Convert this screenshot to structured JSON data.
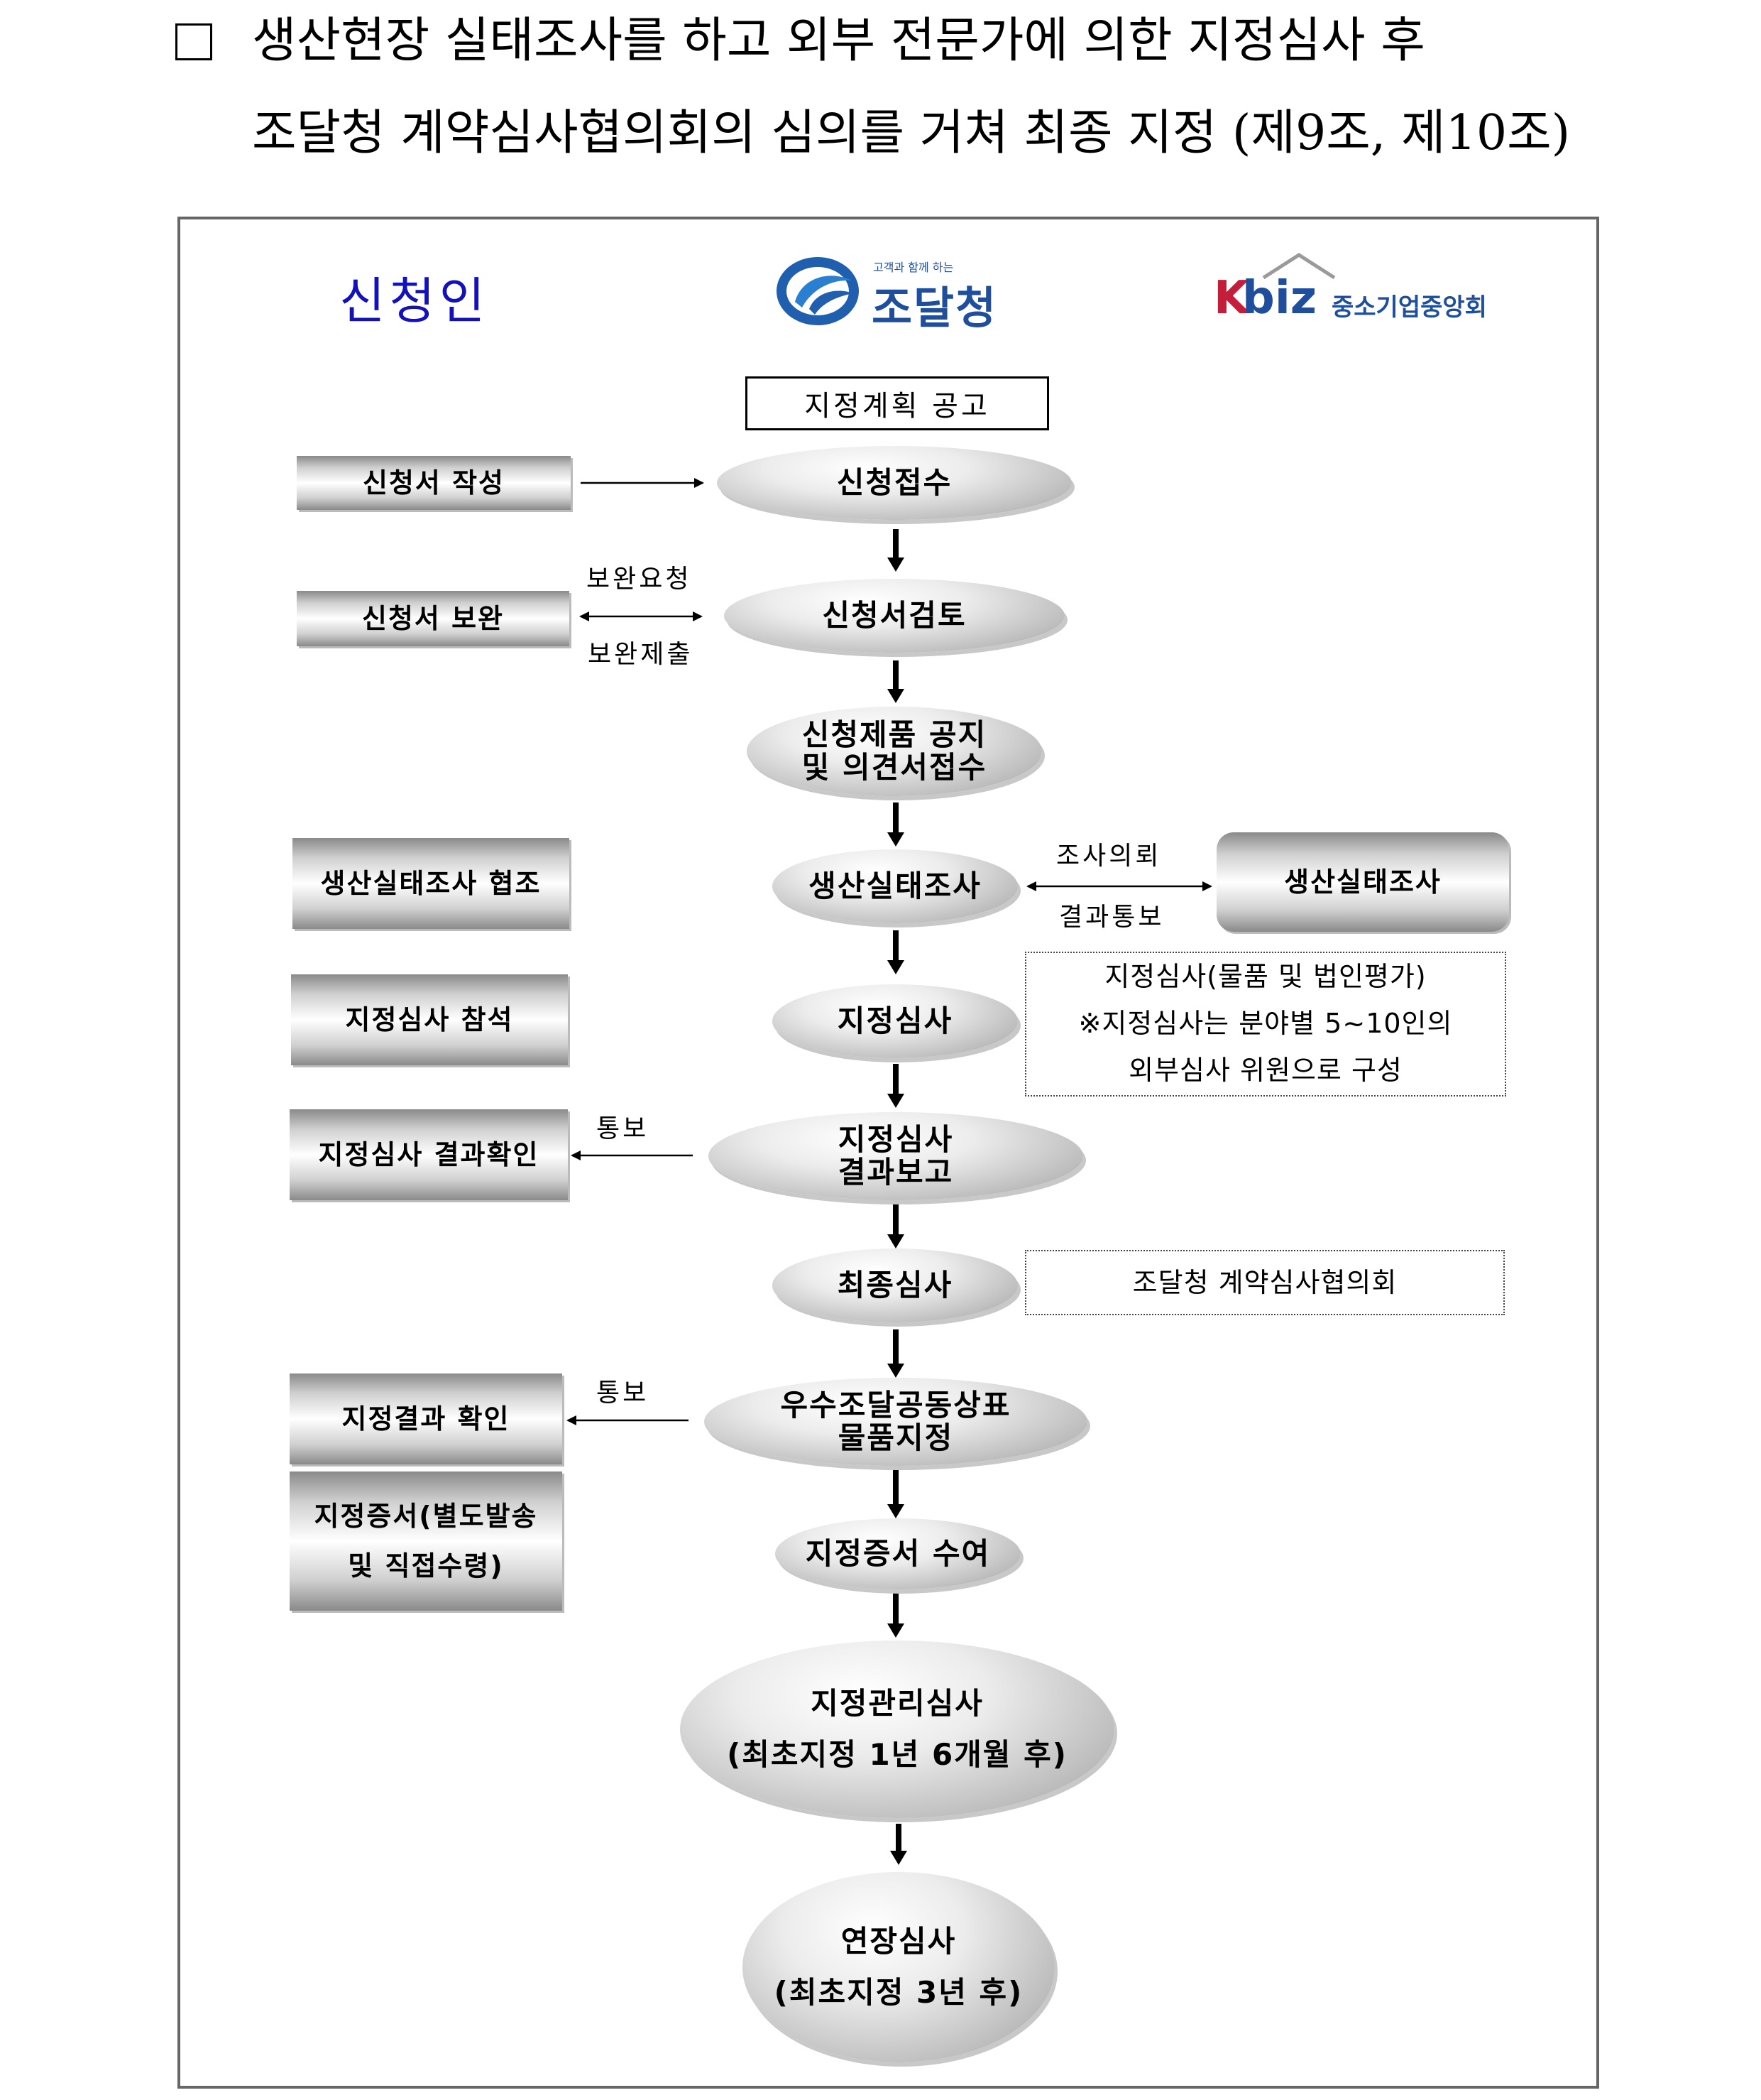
{
  "heading": {
    "line1": "생산현장 실태조사를 하고 외부 전문가에 의한 지정심사 후",
    "line2": "조달청 계약심사협의회의 심의를 거쳐 최종 지정 (제9조, 제10조)"
  },
  "columns": {
    "applicant": "신청인",
    "pps_tagline": "고객과 함께 하는",
    "pps_name": "조달청",
    "kbiz_k": "K",
    "kbiz_biz": "biz",
    "kbiz_name": "중소기업중앙회"
  },
  "notice": "지정계획 공고",
  "flow": {
    "apply_receive": "신청접수",
    "apply_review": "신청서검토",
    "notice_line1": "신청제품 공지",
    "notice_line2": "및 의견서접수",
    "field_survey": "생산실태조사",
    "designation_review": "지정심사",
    "result_line1": "지정심사",
    "result_line2": "결과보고",
    "final_review": "최종심사",
    "designate_line1": "우수조달공동상표",
    "designate_line2": "물품지정",
    "certificate": "지정증서 수여",
    "mgmt_line1": "지정관리심사",
    "mgmt_line2": "(최초지정 1년 6개월 후)",
    "ext_line1": "연장심사",
    "ext_line2": "(최초지정 3년 후)"
  },
  "applicant_steps": {
    "write": "신청서 작성",
    "supplement": "신청서 보완",
    "survey_coop": "생산실태조사 협조",
    "review_attend": "지정심사 참석",
    "result_check": "지정심사 결과확인",
    "designation_check": "지정결과 확인",
    "cert_line1": "지정증서(별도발송",
    "cert_line2": "및 직접수령)"
  },
  "kbiz_steps": {
    "field_survey": "생산실태조사"
  },
  "labels": {
    "supplement_request": "보완요청",
    "supplement_submit": "보완제출",
    "survey_request": "조사의뢰",
    "result_notify": "결과통보",
    "notify1": "통보",
    "notify2": "통보"
  },
  "notes": {
    "review_line1": "지정심사(물품 및 법인평가)",
    "review_line2": "※지정심사는 분야별 5~10인의",
    "review_line3": "외부심사 위원으로 구성",
    "final_note": "조달청 계약심사협의회"
  }
}
